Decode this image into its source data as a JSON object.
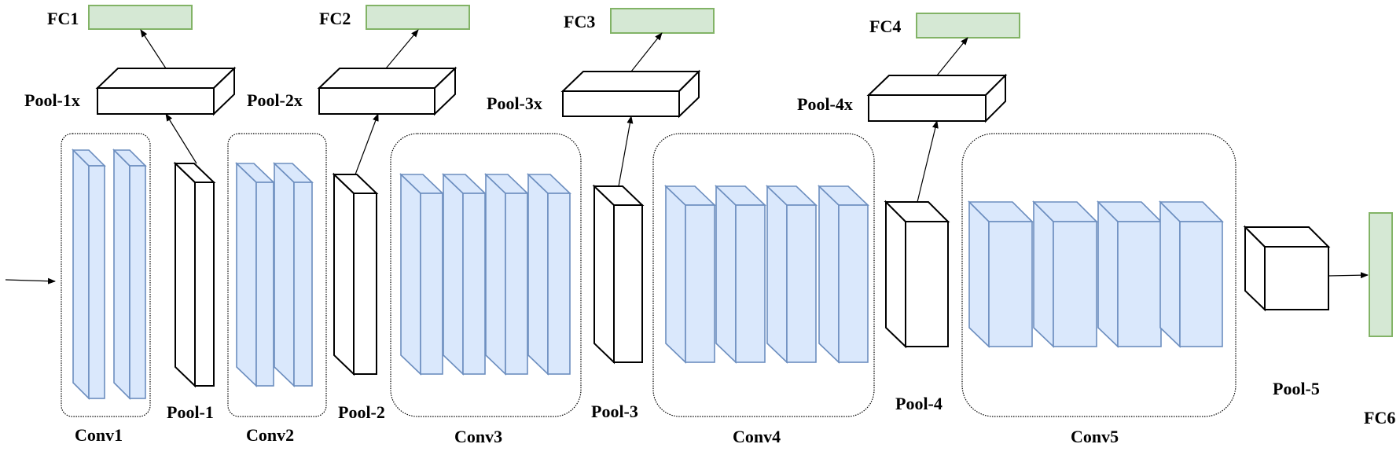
{
  "labels": {
    "conv1": "Conv1",
    "conv2": "Conv2",
    "conv3": "Conv3",
    "conv4": "Conv4",
    "conv5": "Conv5",
    "pool1": "Pool-1",
    "pool2": "Pool-2",
    "pool3": "Pool-3",
    "pool4": "Pool-4",
    "pool5": "Pool-5",
    "pool1x": "Pool-1x",
    "pool2x": "Pool-2x",
    "pool3x": "Pool-3x",
    "pool4x": "Pool-4x",
    "fc1": "FC1",
    "fc2": "FC2",
    "fc3": "FC3",
    "fc4": "FC4",
    "fc6": "FC6"
  },
  "colors": {
    "conv_fill": "#dae8fc",
    "conv_stroke": "#6c8ebf",
    "fc_fill": "#d5e8d4",
    "fc_stroke": "#82b366"
  }
}
